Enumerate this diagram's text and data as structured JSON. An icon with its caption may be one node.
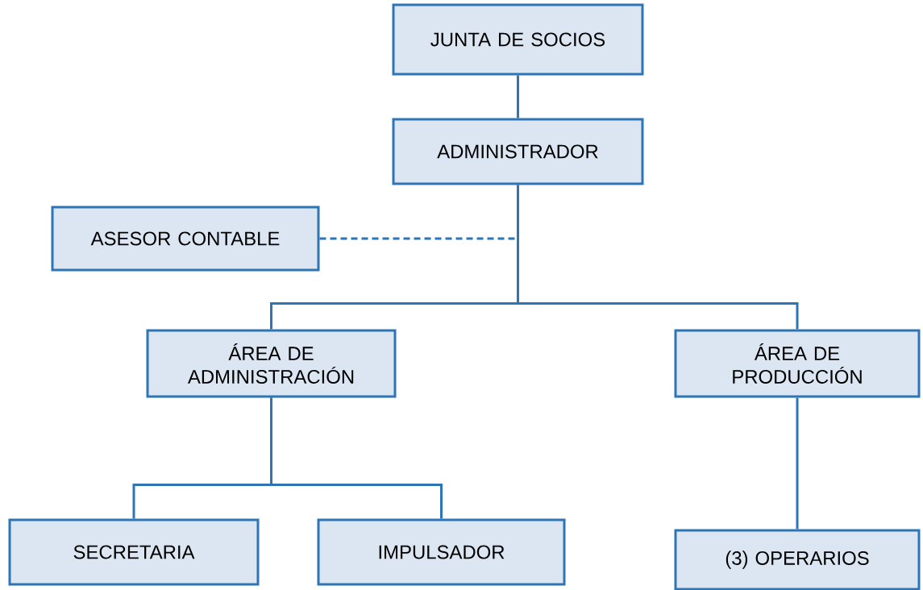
{
  "diagram": {
    "nodes": [
      {
        "text": [
          "JUNTA DE SOCIOS"
        ]
      },
      {
        "text": [
          "ADMINISTRADOR"
        ]
      },
      {
        "text": [
          "ASESOR CONTABLE"
        ]
      },
      {
        "text": [
          "ÁREA DE ADMINISTRACIÓN"
        ]
      },
      {
        "text": [
          "ÁREA DE PRODUCCIÓN"
        ]
      },
      {
        "text": [
          "SECRETARIA"
        ]
      },
      {
        "text": [
          "IMPULSADOR"
        ]
      },
      {
        "text": [
          "(3) OPERARIOS"
        ]
      }
    ],
    "edges": [
      {
        "from": 0,
        "to": 1,
        "arrow": "none"
      },
      {
        "from": 2,
        "to": 1,
        "arrow": "none",
        "style": "dashed"
      },
      {
        "from": 1,
        "to": 3,
        "arrow": "none"
      },
      {
        "from": 1,
        "to": 4,
        "arrow": "none"
      },
      {
        "from": 3,
        "to": 5,
        "arrow": "none"
      },
      {
        "from": 3,
        "to": 6,
        "arrow": "none"
      },
      {
        "from": 4,
        "to": 7,
        "arrow": "none"
      }
    ]
  }
}
